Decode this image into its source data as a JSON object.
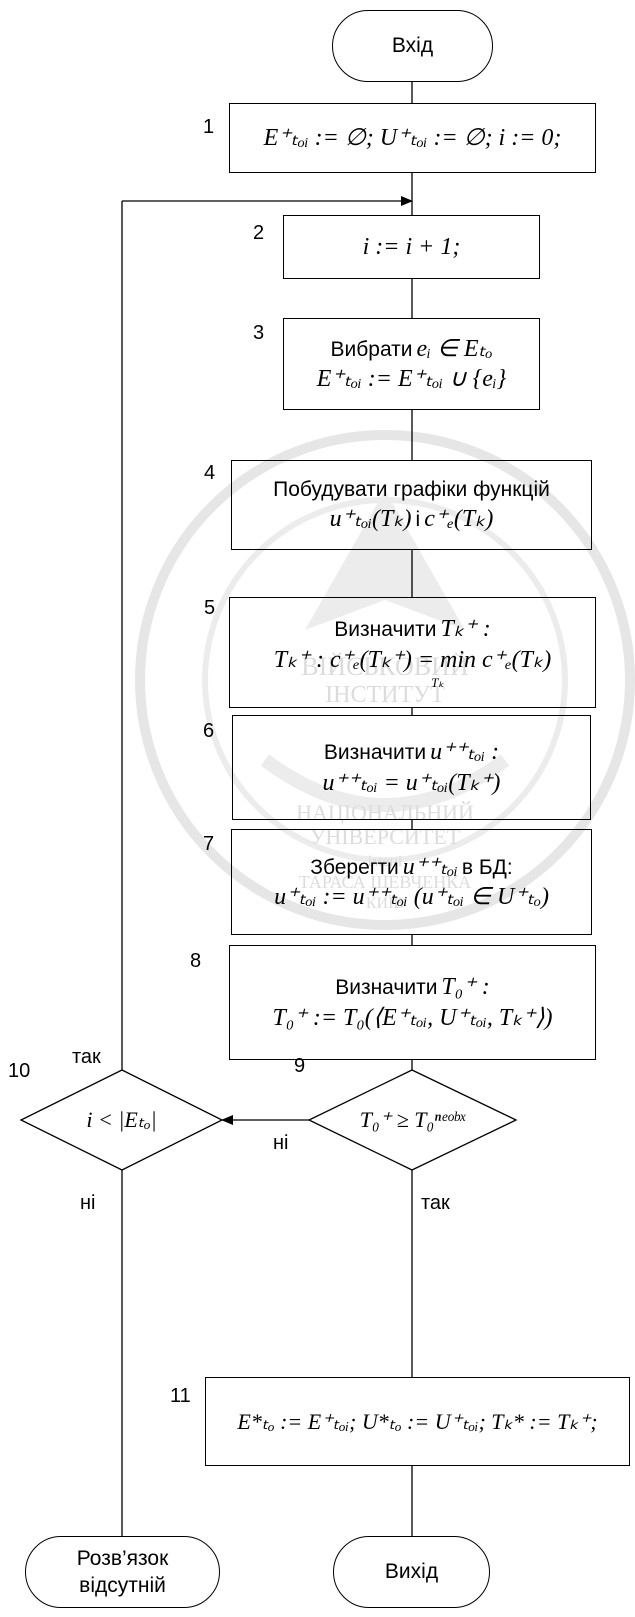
{
  "terminals": {
    "start": "Вхід",
    "end": "Вихід",
    "no_solution_line1": "Розв’язок",
    "no_solution_line2": "відсутній"
  },
  "blocks": [
    {
      "num": "1",
      "lines": [
        "E⁺ₜₒᵢ := ∅;  U⁺ₜₒᵢ := ∅;   i := 0;"
      ]
    },
    {
      "num": "2",
      "lines": [
        "i := i + 1;"
      ]
    },
    {
      "num": "3",
      "prefix": "Вибрати",
      "lines": [
        "eᵢ ∈ Eₜₒ",
        "E⁺ₜₒᵢ := E⁺ₜₒᵢ ∪ {eᵢ}"
      ]
    },
    {
      "num": "4",
      "prefix": "Побудувати графіки функцій",
      "lines": [
        "u⁺ₜₒᵢ(Tₖ)",
        "і",
        "c⁺ₑ(Tₖ)"
      ]
    },
    {
      "num": "5",
      "prefix": "Визначити",
      "lines": [
        "Tₖ⁺ :",
        "Tₖ⁺ : c⁺ₑ(Tₖ⁺) = min c⁺ₑ(Tₖ)",
        "Tₖ"
      ]
    },
    {
      "num": "6",
      "prefix": "Визначити",
      "lines": [
        "u⁺⁺ₜₒᵢ :",
        "u⁺⁺ₜₒᵢ = u⁺ₜₒᵢ(Tₖ⁺)"
      ]
    },
    {
      "num": "7",
      "prefix": "Зберегти",
      "suffix": "в БД:",
      "lines": [
        "u⁺⁺ₜₒᵢ",
        "u⁺ₜₒᵢ := u⁺⁺ₜₒᵢ   (u⁺ₜₒᵢ ∈ U⁺ₜₒ)"
      ]
    },
    {
      "num": "8",
      "prefix": "Визначити",
      "lines": [
        "T₀⁺ :",
        "T₀⁺ := T₀(⟨E⁺ₜₒᵢ, U⁺ₜₒᵢ, Tₖ⁺⟩)"
      ]
    },
    {
      "num": "11",
      "lines": [
        "E*ₜₒ := E⁺ₜₒᵢ; U*ₜₒ := U⁺ₜₒᵢ; Tₖ* := Tₖ⁺;"
      ]
    }
  ],
  "decisions": [
    {
      "num": "9",
      "text": "T₀⁺ ≥ T₀ⁿᵉᵒᵇˣ"
    },
    {
      "num": "10",
      "text": "i < |Eₜₒ|"
    }
  ],
  "edge_labels": {
    "d9_no": "ні",
    "d9_yes": "так",
    "d10_yes": "так",
    "d10_no": "ні"
  },
  "watermark": {
    "lines": [
      "ВІЙСЬКОВИЙ",
      "ІНСТИТУТ",
      "НАЦІОНАЛЬНИЙ",
      "УНІВЕРСИТЕТ",
      "імені",
      "ТАРАСА ШЕВЧЕНКА",
      "КИЇВ"
    ],
    "color": "#d4d4d4"
  }
}
